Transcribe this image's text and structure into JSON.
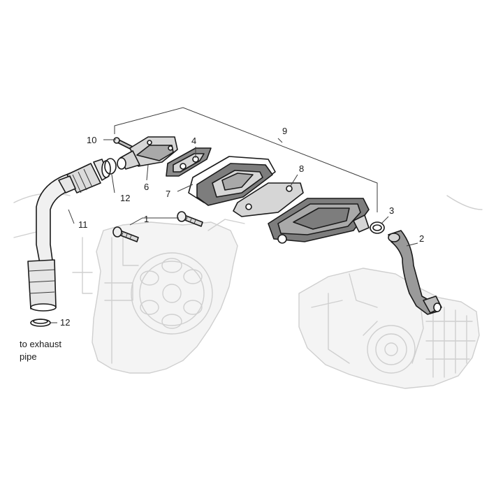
{
  "diagram": {
    "callouts": [
      {
        "id": "1",
        "label": "1"
      },
      {
        "id": "2",
        "label": "2"
      },
      {
        "id": "3",
        "label": "3"
      },
      {
        "id": "4",
        "label": "4"
      },
      {
        "id": "6",
        "label": "6"
      },
      {
        "id": "7",
        "label": "7"
      },
      {
        "id": "8",
        "label": "8"
      },
      {
        "id": "9",
        "label": "9"
      },
      {
        "id": "10",
        "label": "10"
      },
      {
        "id": "11",
        "label": "11"
      },
      {
        "id": "12a",
        "label": "12"
      },
      {
        "id": "12b",
        "label": "12"
      }
    ],
    "note": {
      "line1": "to exhaust",
      "line2": "pipe"
    }
  }
}
